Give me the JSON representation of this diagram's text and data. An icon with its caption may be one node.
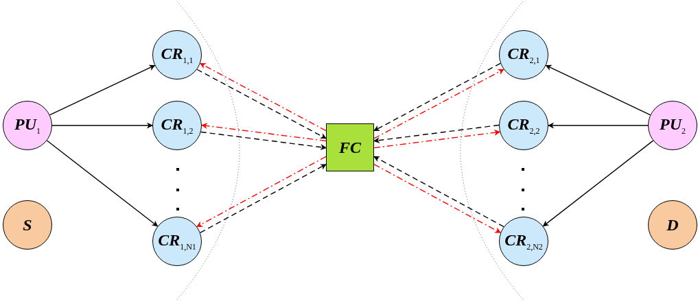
{
  "diagram": {
    "nodes": [
      {
        "text": [
          "PU$_{1}$"
        ]
      },
      {
        "text": [
          "S"
        ]
      },
      {
        "text": [
          "CR$_{1,1}$"
        ]
      },
      {
        "text": [
          "CR$_{1,2}$"
        ]
      },
      {
        "text": [
          "CR$_{1,N1}$"
        ]
      },
      {
        "text": [
          "FC"
        ]
      },
      {
        "text": [
          "CR$_{2,1}$"
        ]
      },
      {
        "text": [
          "CR$_{2,2}$"
        ]
      },
      {
        "text": [
          "CR$_{2,N2}$"
        ]
      },
      {
        "text": [
          "PU$_{2}$"
        ]
      },
      {
        "text": [
          "D"
        ]
      }
    ],
    "edges": [
      {
        "from": 0,
        "to": 2,
        "arrow": "to"
      },
      {
        "from": 0,
        "to": 3,
        "arrow": "to"
      },
      {
        "from": 0,
        "to": 4,
        "arrow": "to"
      },
      {
        "from": 9,
        "to": 6,
        "arrow": "to"
      },
      {
        "from": 9,
        "to": 7,
        "arrow": "to"
      },
      {
        "from": 9,
        "to": 8,
        "arrow": "to"
      },
      {
        "from": 2,
        "to": 5,
        "arrow": "to",
        "style": "dashed"
      },
      {
        "from": 5,
        "to": 2,
        "arrow": "to",
        "style": "dashed",
        "color": "#ff0000"
      },
      {
        "from": 3,
        "to": 5,
        "arrow": "to",
        "style": "dashed"
      },
      {
        "from": 5,
        "to": 3,
        "arrow": "to",
        "style": "dashed",
        "color": "#ff0000"
      },
      {
        "from": 4,
        "to": 5,
        "arrow": "to",
        "style": "dashed"
      },
      {
        "from": 5,
        "to": 4,
        "arrow": "to",
        "style": "dashed",
        "color": "#ff0000"
      },
      {
        "from": 6,
        "to": 5,
        "arrow": "to",
        "style": "dashed"
      },
      {
        "from": 5,
        "to": 6,
        "arrow": "to",
        "style": "dashed",
        "color": "#ff0000"
      },
      {
        "from": 7,
        "to": 5,
        "arrow": "to",
        "style": "dashed"
      },
      {
        "from": 5,
        "to": 7,
        "arrow": "to",
        "style": "dashed",
        "color": "#ff0000"
      },
      {
        "from": 8,
        "to": 5,
        "arrow": "to",
        "style": "dashed"
      },
      {
        "from": 5,
        "to": 8,
        "arrow": "to",
        "style": "dashed",
        "color": "#ff0000"
      }
    ]
  }
}
